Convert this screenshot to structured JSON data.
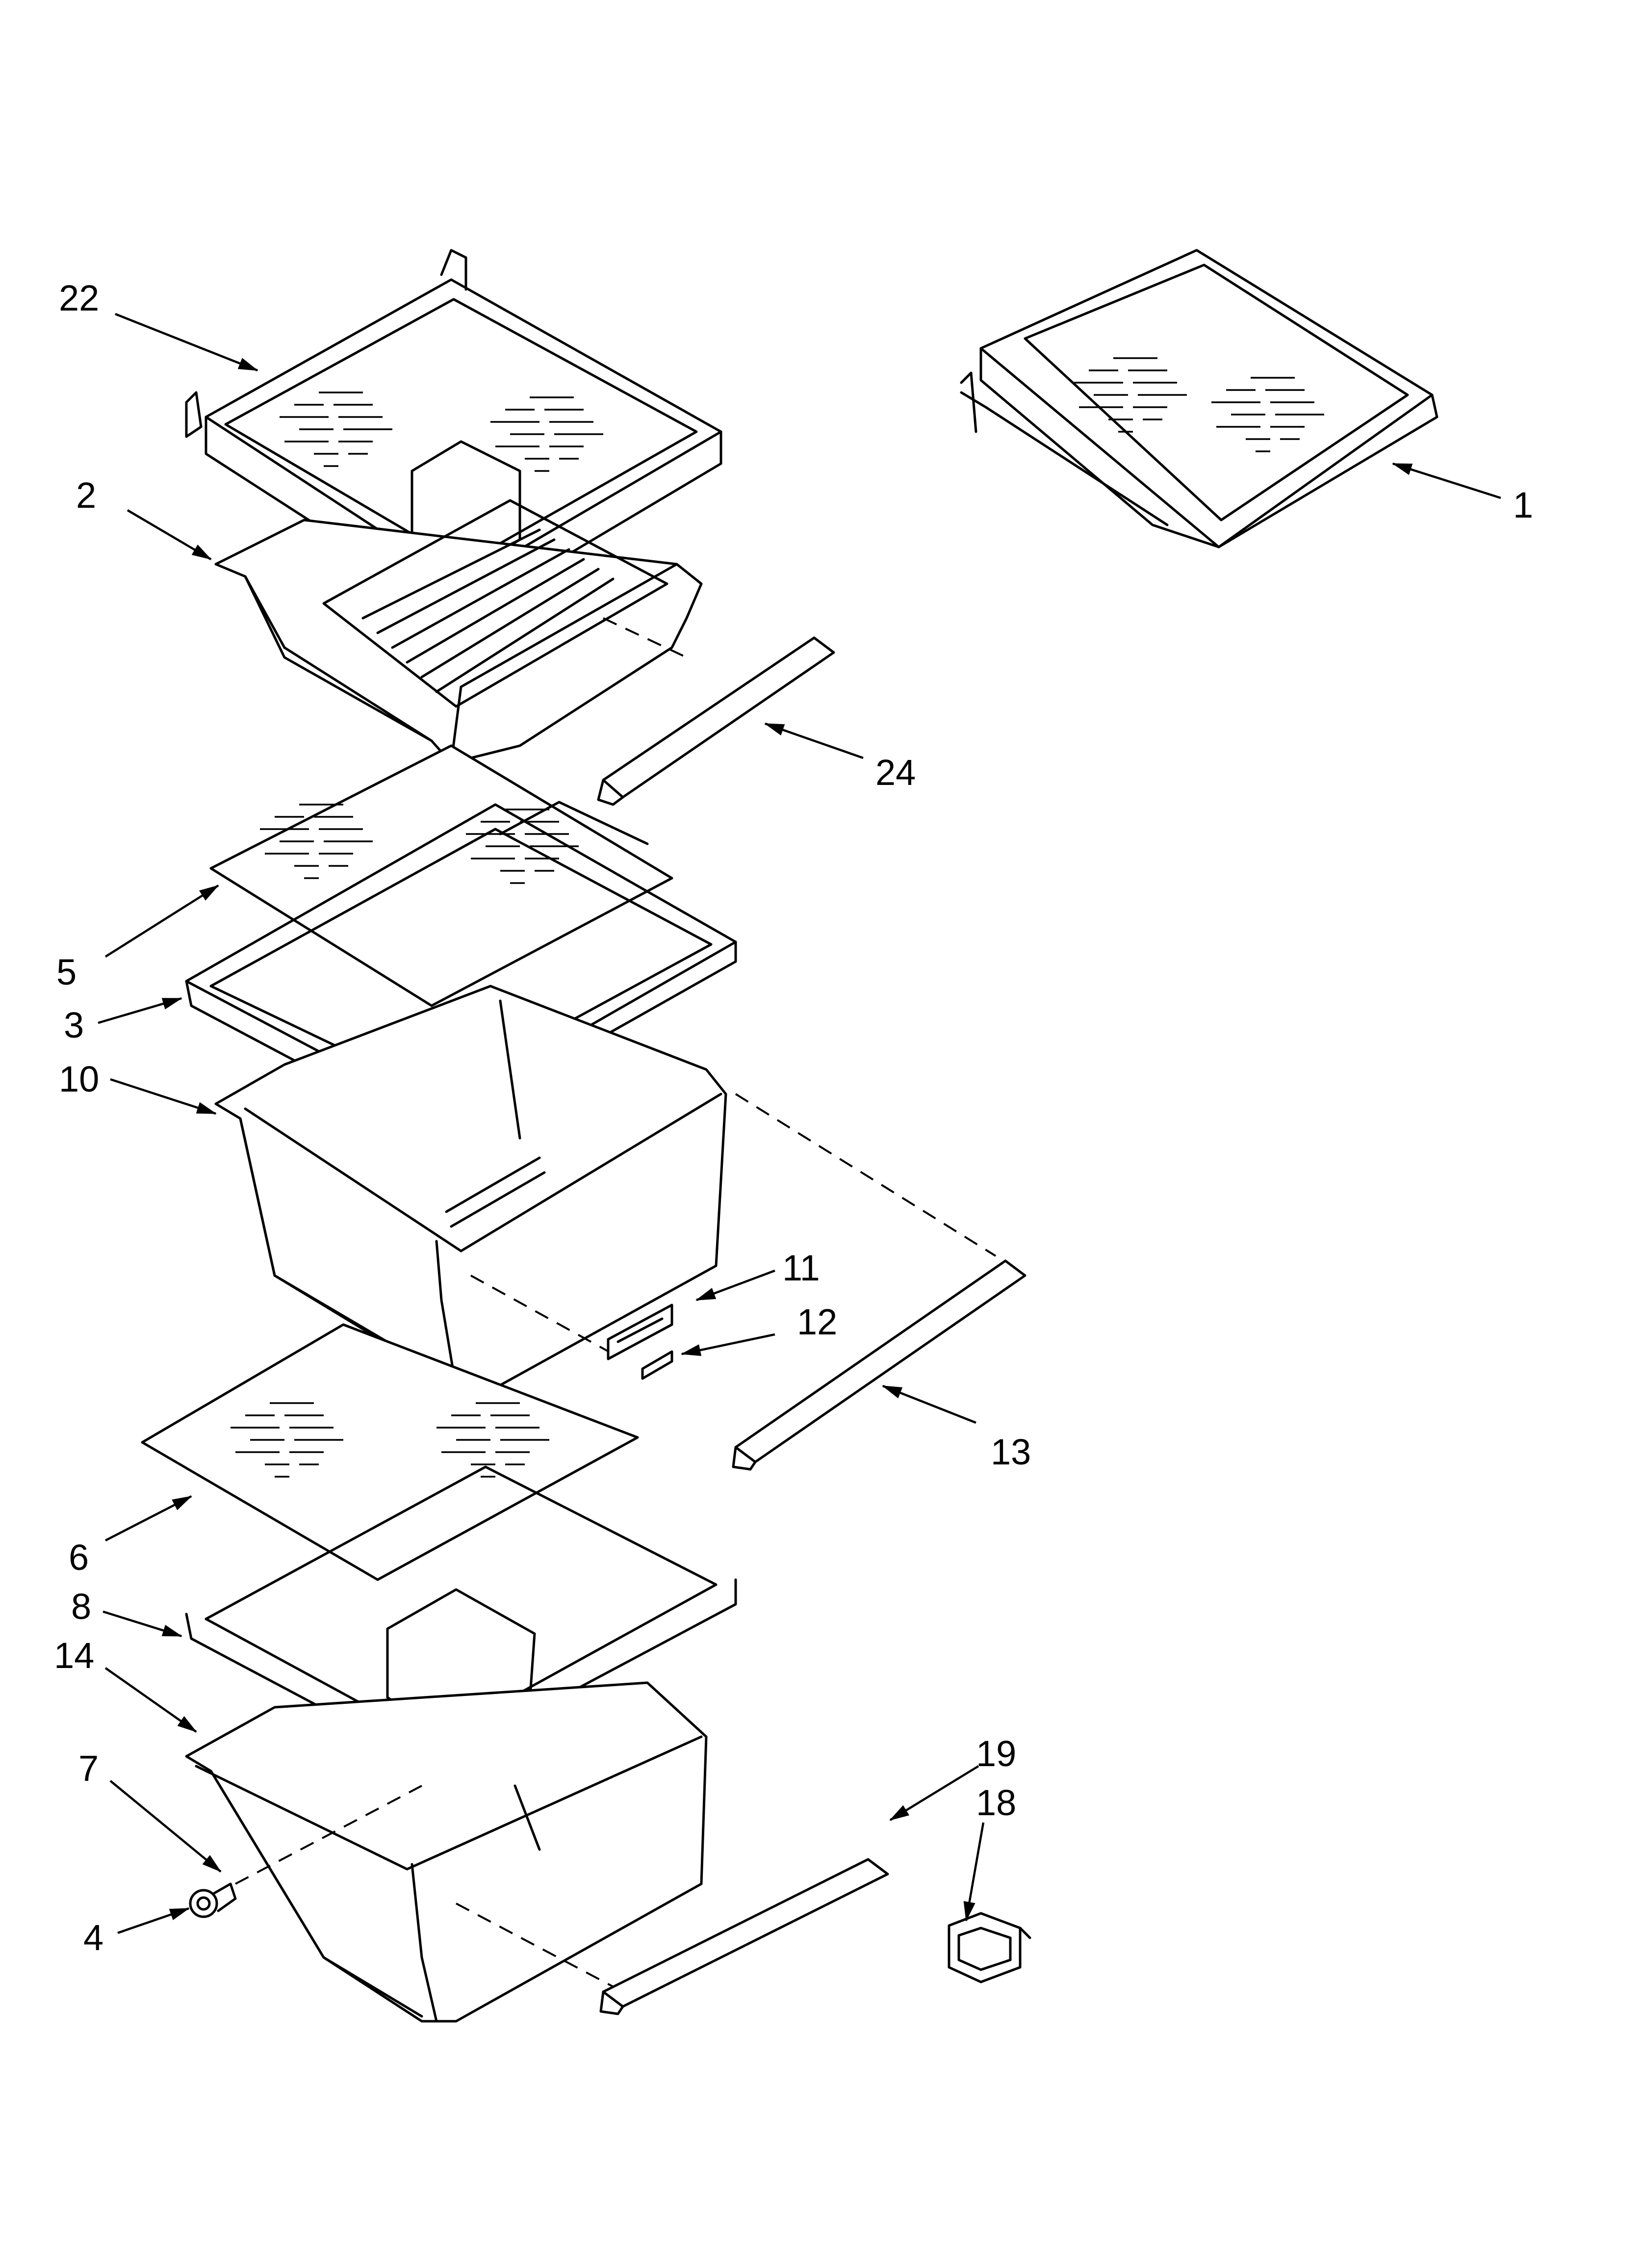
{
  "parts": [
    {
      "id": "22",
      "label": "22"
    },
    {
      "id": "2",
      "label": "2"
    },
    {
      "id": "1",
      "label": "1"
    },
    {
      "id": "24",
      "label": "24"
    },
    {
      "id": "5",
      "label": "5"
    },
    {
      "id": "3",
      "label": "3"
    },
    {
      "id": "10",
      "label": "10"
    },
    {
      "id": "11",
      "label": "11"
    },
    {
      "id": "12",
      "label": "12"
    },
    {
      "id": "13",
      "label": "13"
    },
    {
      "id": "6",
      "label": "6"
    },
    {
      "id": "8",
      "label": "8"
    },
    {
      "id": "14",
      "label": "14"
    },
    {
      "id": "7",
      "label": "7"
    },
    {
      "id": "4",
      "label": "4"
    },
    {
      "id": "19",
      "label": "19"
    },
    {
      "id": "18",
      "label": "18"
    }
  ]
}
